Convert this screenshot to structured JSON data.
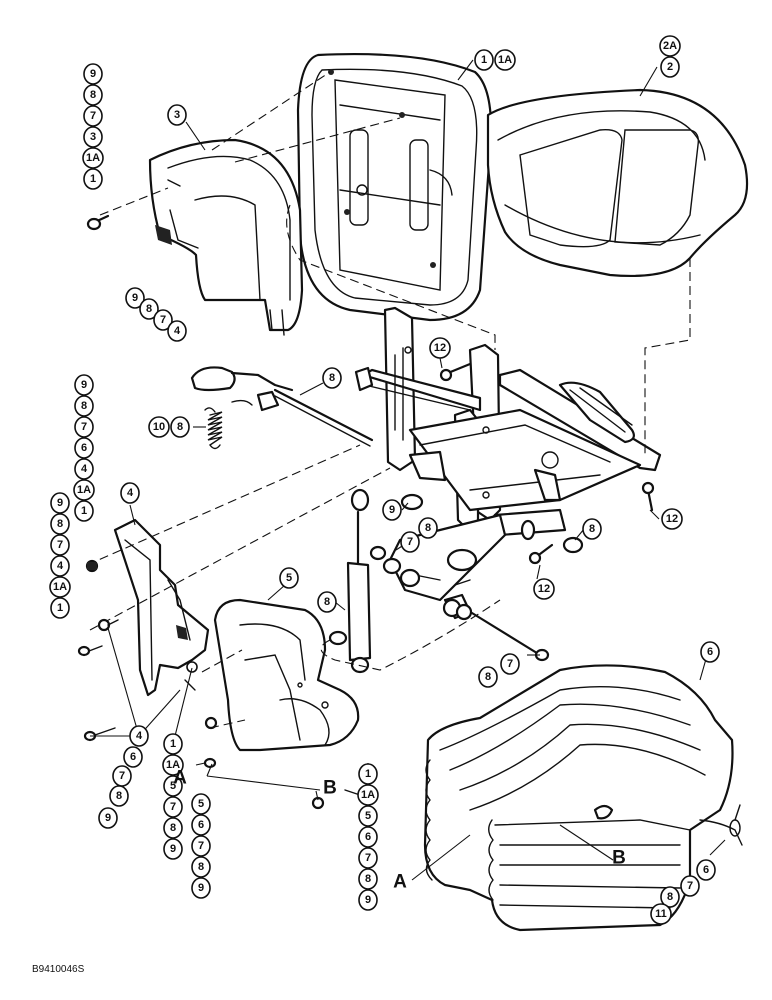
{
  "drawing_code": "B9410046S",
  "callouts": [
    {
      "id": "stack-top-left",
      "labels": [
        "9",
        "8",
        "7",
        "3",
        "1A",
        "1"
      ]
    },
    {
      "id": "c-3",
      "labels": [
        "3"
      ]
    },
    {
      "id": "c-1-1a",
      "labels": [
        "1",
        "1A"
      ]
    },
    {
      "id": "c-2a-2",
      "labels": [
        "2A",
        "2"
      ]
    },
    {
      "id": "stack-lever",
      "labels": [
        "9",
        "8",
        "7",
        "4"
      ]
    },
    {
      "id": "c-12-top",
      "labels": [
        "12"
      ]
    },
    {
      "id": "c-8-rod",
      "labels": [
        "8"
      ]
    },
    {
      "id": "c-10-8",
      "labels": [
        "10",
        "8"
      ]
    },
    {
      "id": "stack-left-long",
      "labels": [
        "9",
        "8",
        "7",
        "6",
        "4",
        "1A",
        "1"
      ]
    },
    {
      "id": "stack-left-short",
      "labels": [
        "9",
        "8",
        "7",
        "4",
        "1A",
        "1"
      ]
    },
    {
      "id": "c-4-bracket",
      "labels": [
        "4"
      ]
    },
    {
      "id": "c-5-cover",
      "labels": [
        "5"
      ]
    },
    {
      "id": "c-9-bushing",
      "labels": [
        "9"
      ]
    },
    {
      "id": "c-7-8-bushings",
      "labels": [
        "7",
        "8"
      ]
    },
    {
      "id": "c-8-right",
      "labels": [
        "8"
      ]
    },
    {
      "id": "c-12-right",
      "labels": [
        "12"
      ]
    },
    {
      "id": "c-12-bottom",
      "labels": [
        "12"
      ]
    },
    {
      "id": "c-8-shock",
      "labels": [
        "8"
      ]
    },
    {
      "id": "c-6-boot",
      "labels": [
        "6"
      ]
    },
    {
      "id": "c-8-7-pin",
      "labels": [
        "7",
        "8"
      ]
    },
    {
      "id": "stack-bottom-4",
      "labels": [
        "4",
        "6",
        "7",
        "8",
        "9"
      ]
    },
    {
      "id": "stack-bottom-1",
      "labels": [
        "1",
        "1A",
        "5",
        "7",
        "8",
        "9"
      ]
    },
    {
      "id": "stack-bottom-5",
      "labels": [
        "5",
        "6",
        "7",
        "8",
        "9"
      ]
    },
    {
      "id": "stack-bottom-1b",
      "labels": [
        "1",
        "1A",
        "5",
        "6",
        "7",
        "8",
        "9"
      ]
    },
    {
      "id": "stack-boot-right",
      "labels": [
        "6",
        "7",
        "8",
        "11"
      ]
    }
  ],
  "letters": [
    {
      "id": "A-left",
      "text": "A"
    },
    {
      "id": "B-left",
      "text": "B"
    },
    {
      "id": "A-boot",
      "text": "A"
    },
    {
      "id": "B-boot",
      "text": "B"
    }
  ]
}
